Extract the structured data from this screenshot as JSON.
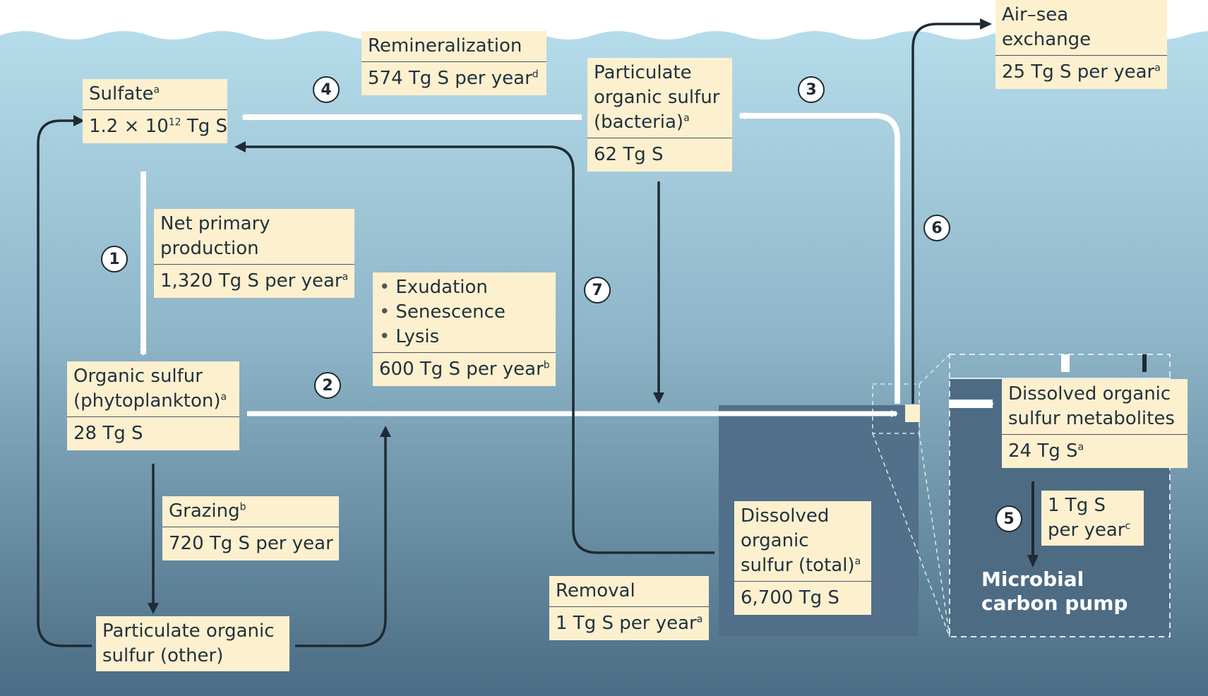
{
  "colors": {
    "sky": "#ffffff",
    "water_top": "#b3dbe8",
    "water_bottom": "#4b6e86",
    "dos_pool": "#52708a",
    "box_fill": "#fdf0cf",
    "flow_white": "#ffffff",
    "flow_dark": "#1f2a33"
  },
  "boxes": {
    "sulfate": {
      "title": "Sulfate",
      "title_sup": "a",
      "value_pre": "1.2 × 10",
      "value_sup": "12",
      "value_post": " Tg S"
    },
    "net_primary": {
      "line1": "Net primary",
      "line2": "production",
      "value": "1,320 Tg S per year",
      "value_sup": "a"
    },
    "organic_phyto": {
      "line1": "Organic sulfur",
      "line2": "(phytoplankton)",
      "line2_sup": "a",
      "value": "28 Tg S"
    },
    "grazing": {
      "title": "Grazing",
      "title_sup": "b",
      "value": "720 Tg S per year"
    },
    "particulate_other": {
      "line1": "Particulate organic",
      "line2": "sulfur (other)"
    },
    "remineralization": {
      "title": "Remineralization",
      "value": "574 Tg S per year",
      "value_sup": "d"
    },
    "exudation": {
      "item1": "Exudation",
      "item2": "Senescence",
      "item3": "Lysis",
      "value": "600 Tg S per year",
      "value_sup": "b"
    },
    "particulate_bacteria": {
      "line1": "Particulate",
      "line2": "organic sulfur",
      "line3": "(bacteria)",
      "line3_sup": "a",
      "value": "62 Tg S"
    },
    "air_sea": {
      "line1": "Air–sea",
      "line2": "exchange",
      "value": "25 Tg S per year",
      "value_sup": "a"
    },
    "removal": {
      "title": "Removal",
      "value": "1 Tg S per year",
      "value_sup": "a"
    },
    "dos_total": {
      "line1": "Dissolved",
      "line2": "organic",
      "line3": "sulfur (total)",
      "line3_sup": "a",
      "value": "6,700 Tg S"
    },
    "dos_metabolites": {
      "line1": "Dissolved organic",
      "line2": "sulfur metabolites",
      "value": "24 Tg S",
      "value_sup": "a"
    },
    "one_tg": {
      "line1": "1 Tg S",
      "line2": "per year",
      "line2_sup": "c"
    }
  },
  "microbial_pump": {
    "line1": "Microbial",
    "line2": "carbon pump"
  },
  "badges": [
    "1",
    "2",
    "3",
    "4",
    "5",
    "6",
    "7"
  ]
}
